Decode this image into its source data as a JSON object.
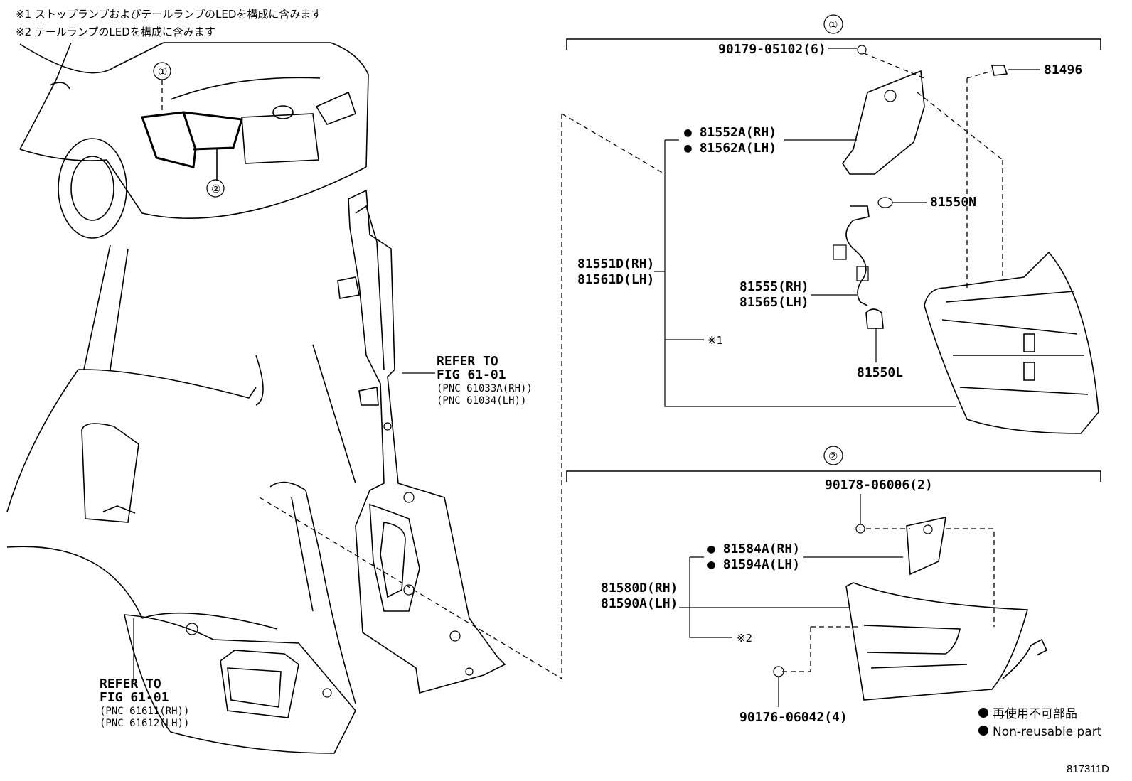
{
  "notes": {
    "note1": "※1 ストップランプおよびテールランプのLEDを構成に含みます",
    "note2": "※2 テールランプのLEDを構成に含みます"
  },
  "car_callouts": {
    "c1": "①",
    "c2": "②"
  },
  "refer_upper": {
    "line1": "REFER TO",
    "line2": "FIG 61-01",
    "line3": "(PNC 61033A(RH))",
    "line4": "(PNC 61034(LH))"
  },
  "refer_lower": {
    "line1": "REFER TO",
    "line2": "FIG 61-01",
    "line3": "(PNC 61611(RH))",
    "line4": "(PNC 61612(LH))"
  },
  "group1": {
    "marker": "①",
    "p90179": "90179-05102(6)",
    "p81496": "81496",
    "p81552a": "81552A(RH)",
    "p81562a": "81562A(LH)",
    "p81550n": "81550N",
    "p81551d": "81551D(RH)",
    "p81561d": "81561D(LH)",
    "p81555": "81555(RH)",
    "p81565": "81565(LH)",
    "note_ref": "※1",
    "p81550l": "81550L"
  },
  "group2": {
    "marker": "②",
    "p90178": "90178-06006(2)",
    "p81584a": "81584A(RH)",
    "p81594a": "81594A(LH)",
    "p81580d": "81580D(RH)",
    "p81590a": "81590A(LH)",
    "note_ref": "※2",
    "p90176": "90176-06042(4)"
  },
  "legend": {
    "ja": "再使用不可部品",
    "en": "Non-reusable part"
  },
  "diagram_code": "817311D"
}
